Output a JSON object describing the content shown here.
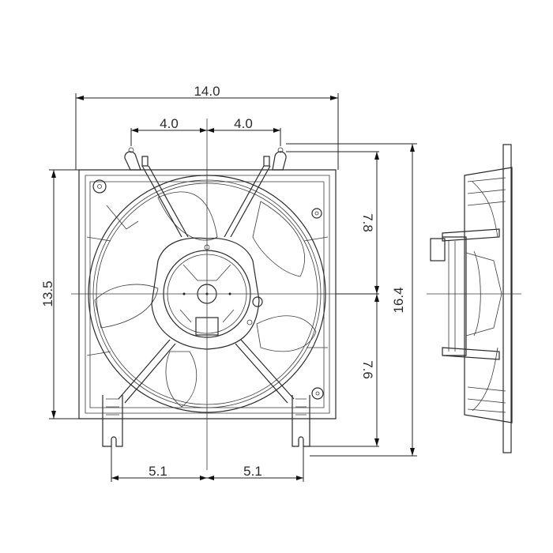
{
  "diagram": {
    "subject": "Radiator cooling fan assembly",
    "views": [
      "front-view",
      "side-view"
    ],
    "dimensions": {
      "overall_width": "14.0",
      "upper_mount_left": "4.0",
      "upper_mount_right": "4.0",
      "frame_height": "13.5",
      "upper_half_height": "7.8",
      "lower_half_height": "7.6",
      "overall_height": "16.4",
      "lower_mount_left": "5.1",
      "lower_mount_right": "5.1"
    },
    "colors": {
      "line": "#2a2a2a",
      "background": "#ffffff"
    }
  }
}
